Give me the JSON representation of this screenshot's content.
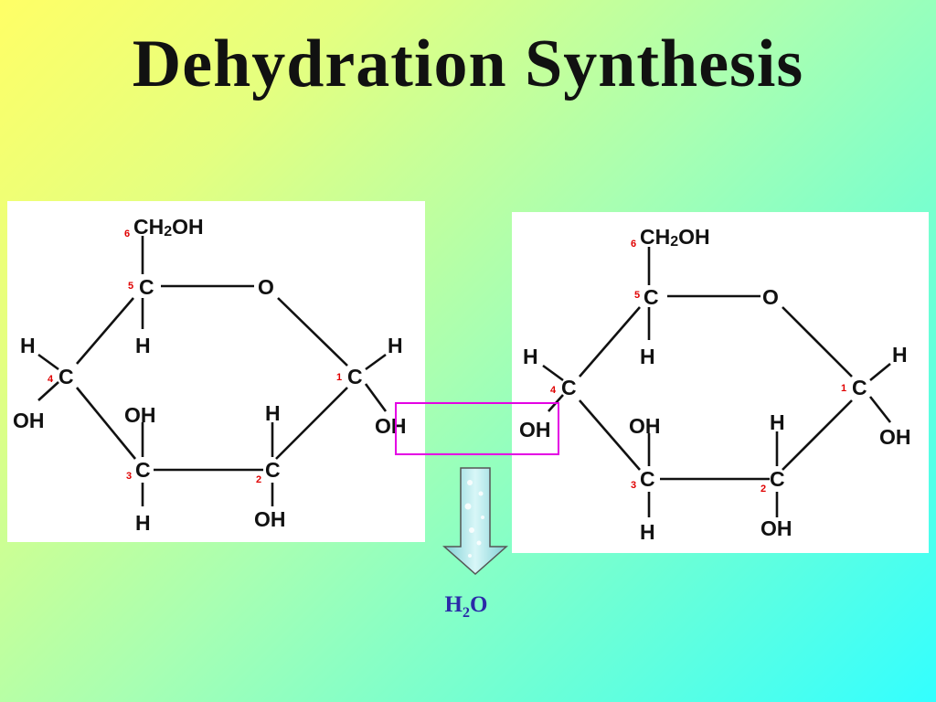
{
  "slide": {
    "title": "Dehydration Synthesis",
    "byproduct": {
      "main": "H",
      "sub": "2",
      "tail": "O"
    }
  },
  "molecules": [
    {
      "ch2": "CH",
      "ch2_sub": "2",
      "ch2_tail": "OH",
      "ring_o": "O",
      "c": "C",
      "h": "H",
      "oh": "OH",
      "nums": {
        "n1": "1",
        "n2": "2",
        "n3": "3",
        "n4": "4",
        "n5": "5",
        "n6": "6"
      }
    },
    {
      "ch2": "CH",
      "ch2_sub": "2",
      "ch2_tail": "OH",
      "ring_o": "O",
      "c": "C",
      "h": "H",
      "oh": "OH",
      "nums": {
        "n1": "1",
        "n2": "2",
        "n3": "3",
        "n4": "4",
        "n5": "5",
        "n6": "6"
      }
    }
  ],
  "colors": {
    "highlight_box": "#e400e4",
    "carbon_numbers": "#e00000",
    "byproduct_text": "#2a2aa8",
    "arrow_fill": "#a6e4e6"
  },
  "icons": {
    "arrow": "down-arrow-icon"
  }
}
